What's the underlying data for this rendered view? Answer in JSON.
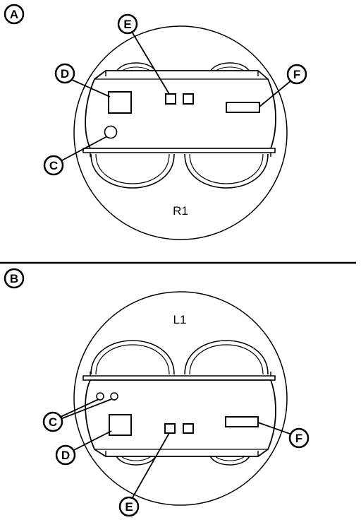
{
  "panels": [
    {
      "id": "A",
      "label": "A",
      "part_label": "R1",
      "callouts": {
        "C": "C",
        "D": "D",
        "E": "E",
        "F": "F"
      }
    },
    {
      "id": "B",
      "label": "B",
      "part_label": "L1",
      "callouts": {
        "C": "C",
        "D": "D",
        "E": "E",
        "F": "F"
      }
    }
  ]
}
